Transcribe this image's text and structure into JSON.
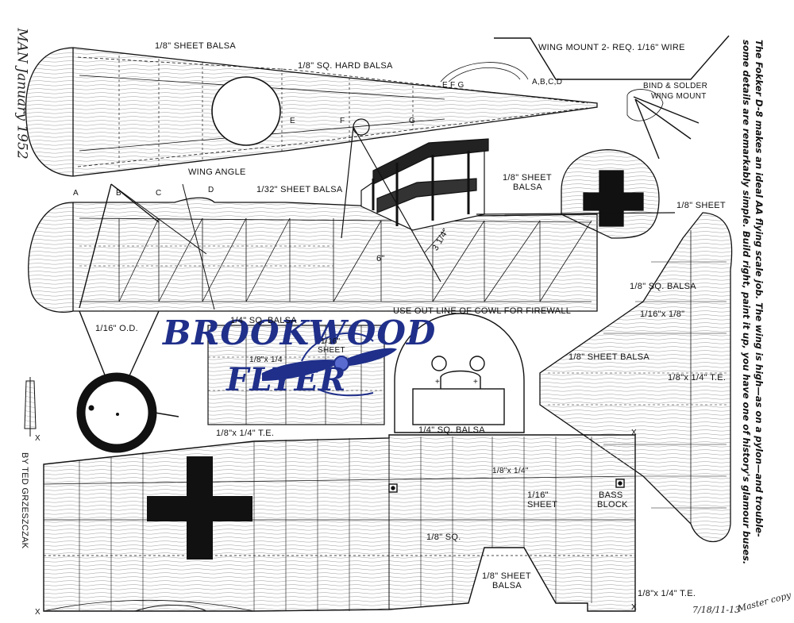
{
  "title": "",
  "logo": {
    "line1": "BROOKWOOD",
    "line2": "FLYER",
    "color": "#1f2f8a"
  },
  "handwriting": {
    "magazine_date": "MAN January 1952",
    "plan_number": "7/18/11-13",
    "master_copy": "Master copy"
  },
  "caption": {
    "line1": "The Fokker D-8 makes an ideal AA flying scale job. The wing is high—as on a pylon—and trouble-",
    "line2": "some details are remarkably simple. Build right, paint it up, you have one of history's glamour buses."
  },
  "author": "BY TED GRZESZCZAK",
  "labels": {
    "sheet_balsa_top": "1/8\" SHEET BALSA",
    "sq_hard_balsa": "1/8\" SQ. HARD BALSA",
    "wing_mount": "WING MOUNT  2- REQ. 1/16\" WIRE",
    "efg": "E F G",
    "abcd": "A,B,C,D",
    "bind_solder": "BIND & SOLDER",
    "bind_solder2": "WING MOUNT",
    "e": "E",
    "f": "F",
    "g": "G",
    "wing_angle": "WING ANGLE",
    "a": "A",
    "b": "B",
    "c": "C",
    "d": "D",
    "sheet_132": "1/32\" SHEET BALSA",
    "sheet_balsa_tail": "1/8\" SHEET",
    "sheet_balsa_tail2": "BALSA",
    "sheet_right": "1/8\" SHEET",
    "sq_balsa_right": "1/8\" SQ. BALSA",
    "dim_314": "3 1/4\"",
    "dim_6": "6\"",
    "use_outline": "USE OUT-LINE OF COWL FOR FIREWALL",
    "od_116": "1/16\" O.D.",
    "sq_balsa_14": "1/4\" SQ. BALSA",
    "sheet_116": "1/16\"",
    "sheet_116b": "SHEET",
    "dim_18x14_a": "1/8\"x 1/4",
    "dim_16x18": "1/16\"x 1/8\"",
    "sheet_balsa_18_right": "1/8\" SHEET BALSA",
    "te_right": "1/8\"x 1/4\" T.E.",
    "te_left": "1/8\"x 1/4\" T.E.",
    "sq_balsa_14_bottom": "1/4\" SQ. BALSA",
    "wing_18x14": "1/8\"x 1/4\"",
    "wing_116_sheet": "1/16\"",
    "wing_116_sheet2": "SHEET",
    "bass_block": "BASS",
    "bass_block2": "BLOCK",
    "wing_18_sq": "1/8\" SQ.",
    "wing_18_sheet": "1/8\" SHEET",
    "wing_18_sheet2": "BALSA",
    "te_bottom": "1/8\"x 1/4\" T.E.",
    "x_mark": "X"
  }
}
